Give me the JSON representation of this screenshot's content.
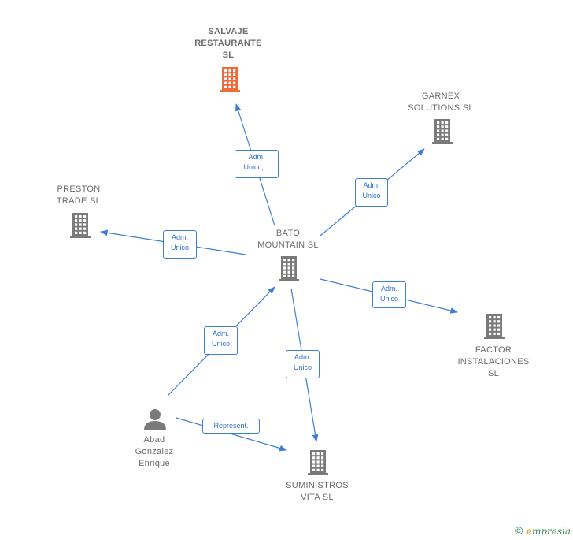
{
  "nodes": [
    {
      "id": "salvaje",
      "type": "company",
      "lines": [
        "SALVAJE",
        "RESTAURANTE",
        "SL"
      ],
      "highlight": true
    },
    {
      "id": "garnex",
      "type": "company",
      "lines": [
        "GARNEX",
        "SOLUTIONS  SL"
      ],
      "highlight": false
    },
    {
      "id": "preston",
      "type": "company",
      "lines": [
        "PRESTON",
        "TRADE  SL"
      ],
      "highlight": false
    },
    {
      "id": "bato",
      "type": "company",
      "lines": [
        "BATO",
        "MOUNTAIN  SL"
      ],
      "highlight": false
    },
    {
      "id": "factor",
      "type": "company",
      "lines": [
        "FACTOR",
        "INSTALACIONES",
        "SL"
      ],
      "highlight": false
    },
    {
      "id": "abad",
      "type": "person",
      "lines": [
        "Abad",
        "Gonzalez",
        "Enrique"
      ],
      "highlight": false
    },
    {
      "id": "suministros",
      "type": "company",
      "lines": [
        "SUMINISTROS",
        "VITA  SL"
      ],
      "highlight": false
    }
  ],
  "edges": [
    {
      "from": "bato",
      "to": "salvaje",
      "lines": [
        "Adm.",
        "Unico,..."
      ]
    },
    {
      "from": "bato",
      "to": "garnex",
      "lines": [
        "Adm.",
        "Unico"
      ]
    },
    {
      "from": "bato",
      "to": "preston",
      "lines": [
        "Adm.",
        "Unico"
      ]
    },
    {
      "from": "bato",
      "to": "factor",
      "lines": [
        "Adm.",
        "Unico"
      ]
    },
    {
      "from": "abad",
      "to": "bato",
      "lines": [
        "Adm.",
        "Unico"
      ]
    },
    {
      "from": "bato",
      "to": "suministros",
      "lines": [
        "Adm.",
        "Unico"
      ]
    },
    {
      "from": "abad",
      "to": "suministros",
      "lines": [
        "Represent."
      ]
    }
  ],
  "colors": {
    "company_icon": "#7a7a7a",
    "highlight_icon": "#f26a3a",
    "edge": "#3d7fd4",
    "edge_label_text": "#2c6fc9",
    "label_text": "#6b6b6b"
  },
  "icons": {
    "company": "building-icon",
    "person": "person-icon"
  },
  "footer": {
    "copyright": "©",
    "brand_initial": "e",
    "brand_rest": "mpresia"
  }
}
